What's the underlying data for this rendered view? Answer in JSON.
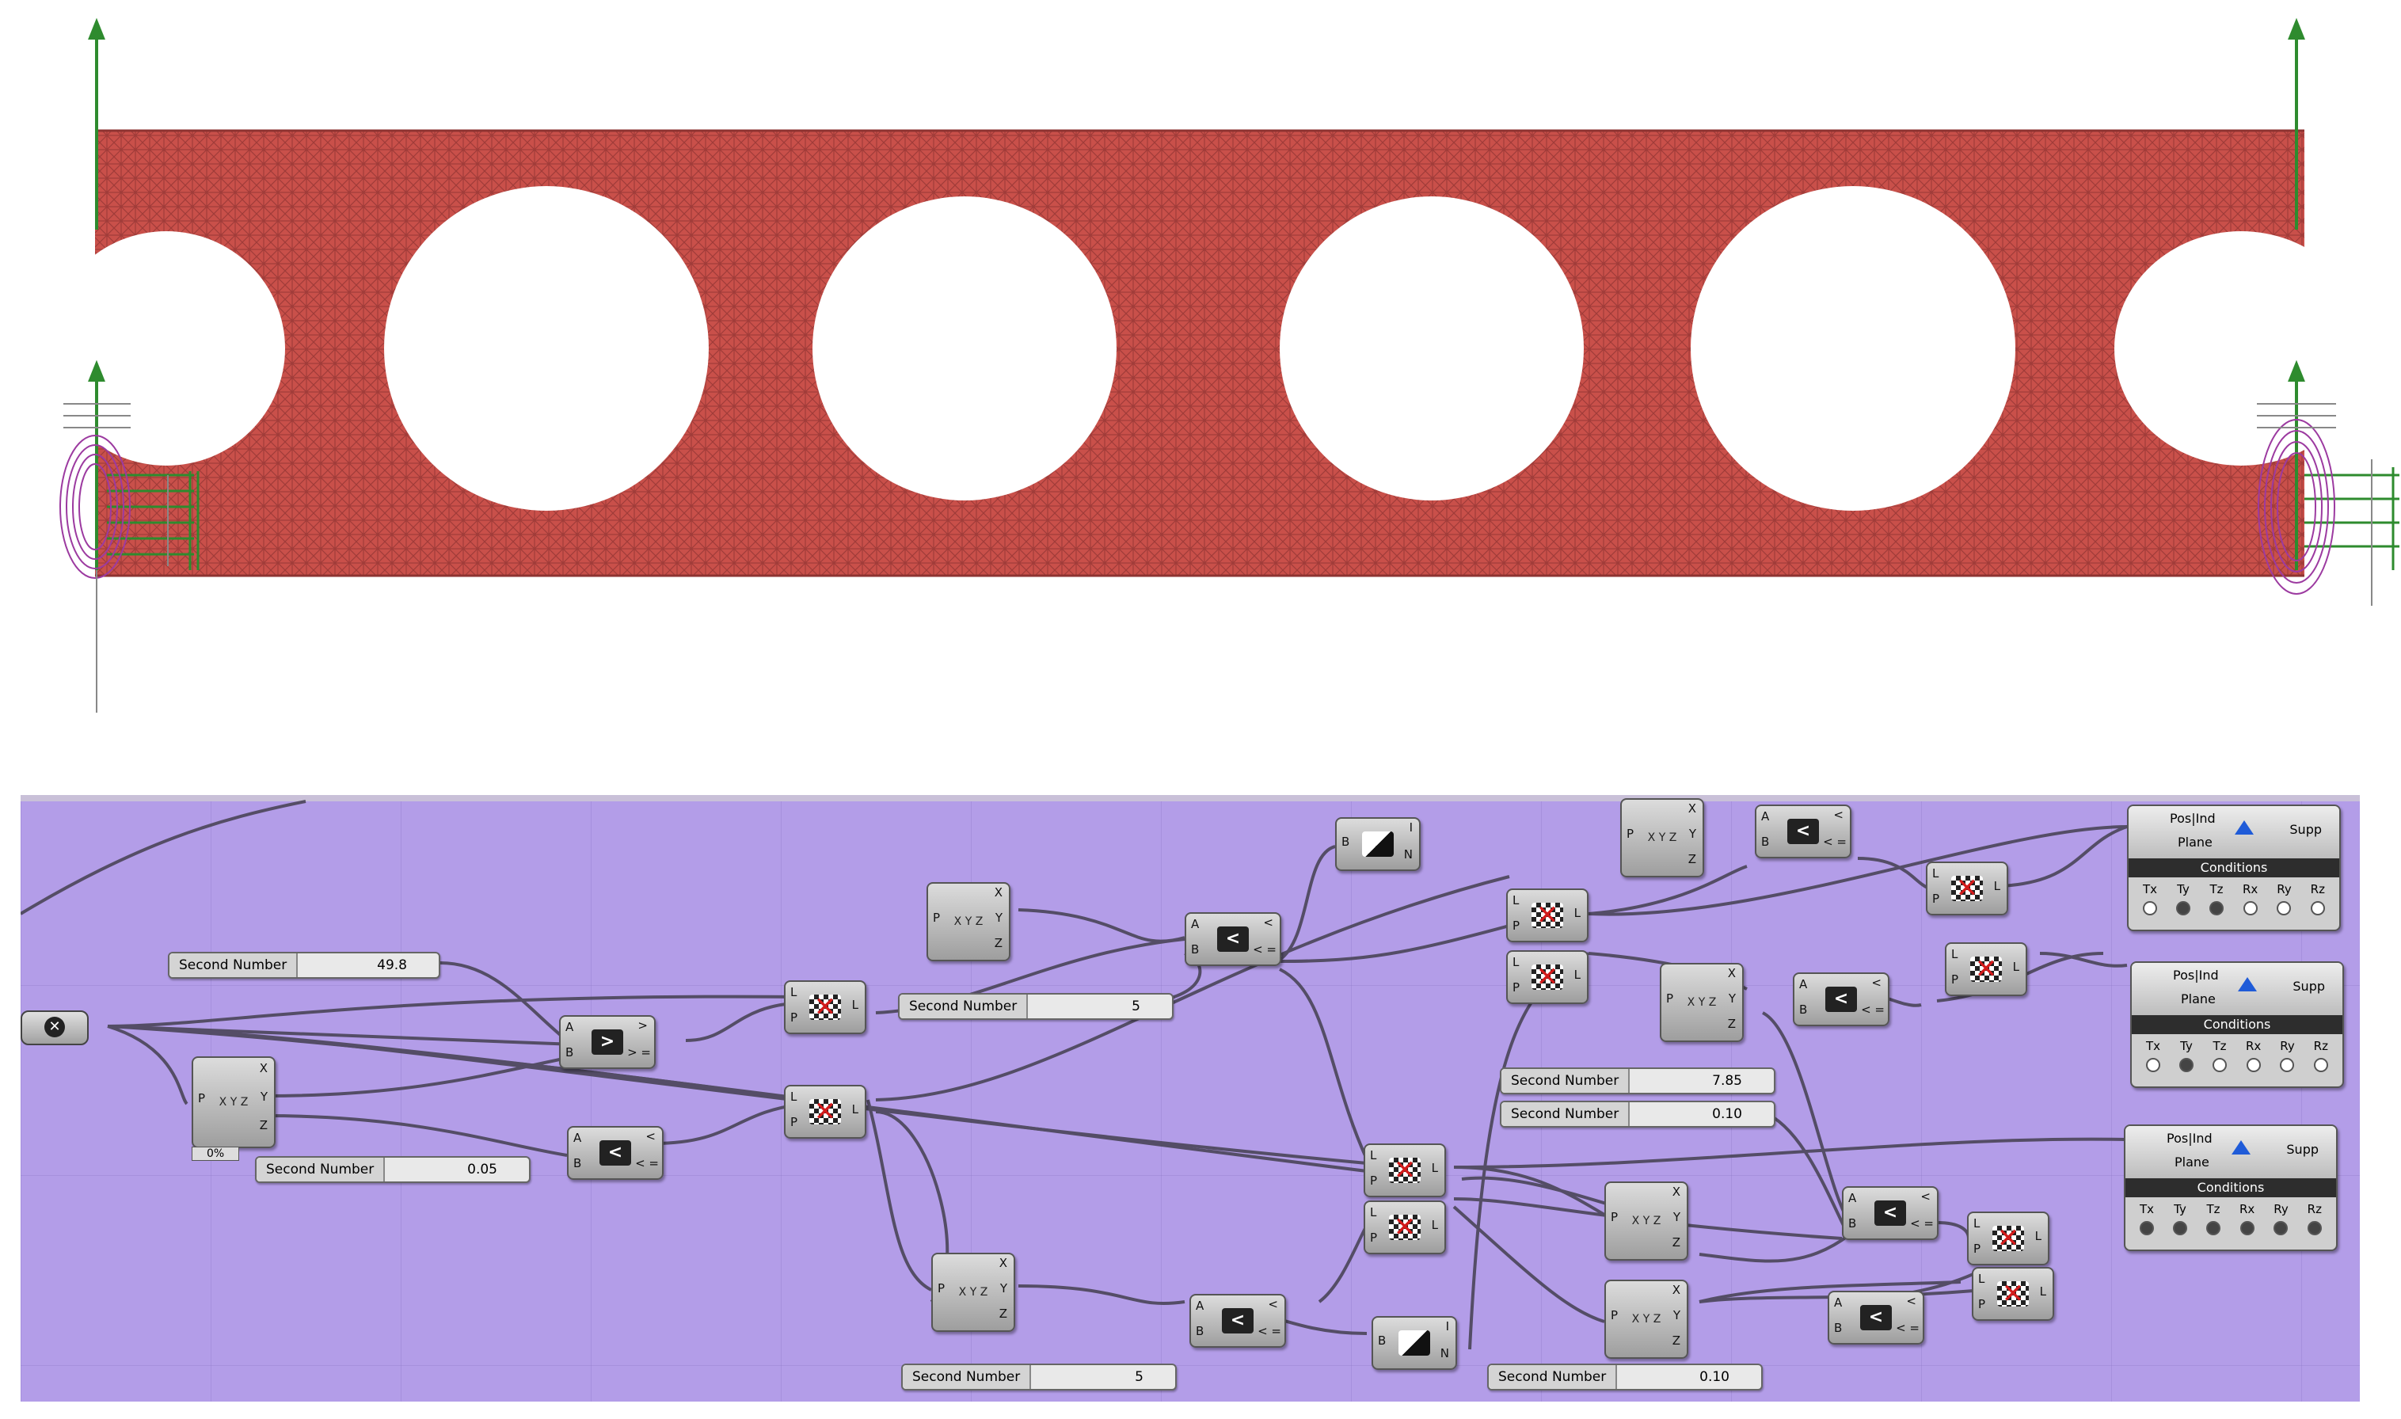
{
  "beam": {
    "fill_color": "#c9504a",
    "mesh_color": "#9c3b38",
    "support_color": "#2e8b2e",
    "spring_color": "#9c3aa0",
    "hole_count": 4
  },
  "canvas": {
    "background": "#b39de8",
    "bool_toggle_icon": "close-x-icon",
    "sliders": [
      {
        "id": "s1",
        "label": "Second Number",
        "value": "49.8"
      },
      {
        "id": "s2",
        "label": "Second Number",
        "value": "5"
      },
      {
        "id": "s3",
        "label": "Second Number",
        "value": "0.05"
      },
      {
        "id": "s4",
        "label": "Second Number",
        "value": "7.85"
      },
      {
        "id": "s5",
        "label": "Second Number",
        "value": "0.10"
      },
      {
        "id": "s6",
        "label": "Second Number",
        "value": "5"
      },
      {
        "id": "s7",
        "label": "Second Number",
        "value": "0.10"
      }
    ],
    "deconstruct_progress": "0%",
    "pins": {
      "P": "P",
      "X": "X",
      "Y": "Y",
      "Z": "Z",
      "A": "A",
      "B": "B",
      "L": "L",
      "I": "I",
      "N": "N",
      "lt": "<",
      "gt": ">",
      "lte": "< =",
      "gte": "> =",
      "xyz": "X Y Z"
    },
    "supports": [
      {
        "pos": "Pos|Ind",
        "plane": "Plane",
        "supp": "Supp",
        "conditions": "Conditions",
        "dofs": [
          "Tx",
          "Ty",
          "Tz",
          "Rx",
          "Ry",
          "Rz"
        ],
        "states": [
          false,
          true,
          true,
          false,
          false,
          false
        ]
      },
      {
        "pos": "Pos|Ind",
        "plane": "Plane",
        "supp": "Supp",
        "conditions": "Conditions",
        "dofs": [
          "Tx",
          "Ty",
          "Tz",
          "Rx",
          "Ry",
          "Rz"
        ],
        "states": [
          false,
          true,
          false,
          false,
          false,
          false
        ]
      },
      {
        "pos": "Pos|Ind",
        "plane": "Plane",
        "supp": "Supp",
        "conditions": "Conditions",
        "dofs": [
          "Tx",
          "Ty",
          "Tz",
          "Rx",
          "Ry",
          "Rz"
        ],
        "states": [
          true,
          true,
          true,
          true,
          true,
          true
        ]
      }
    ]
  }
}
